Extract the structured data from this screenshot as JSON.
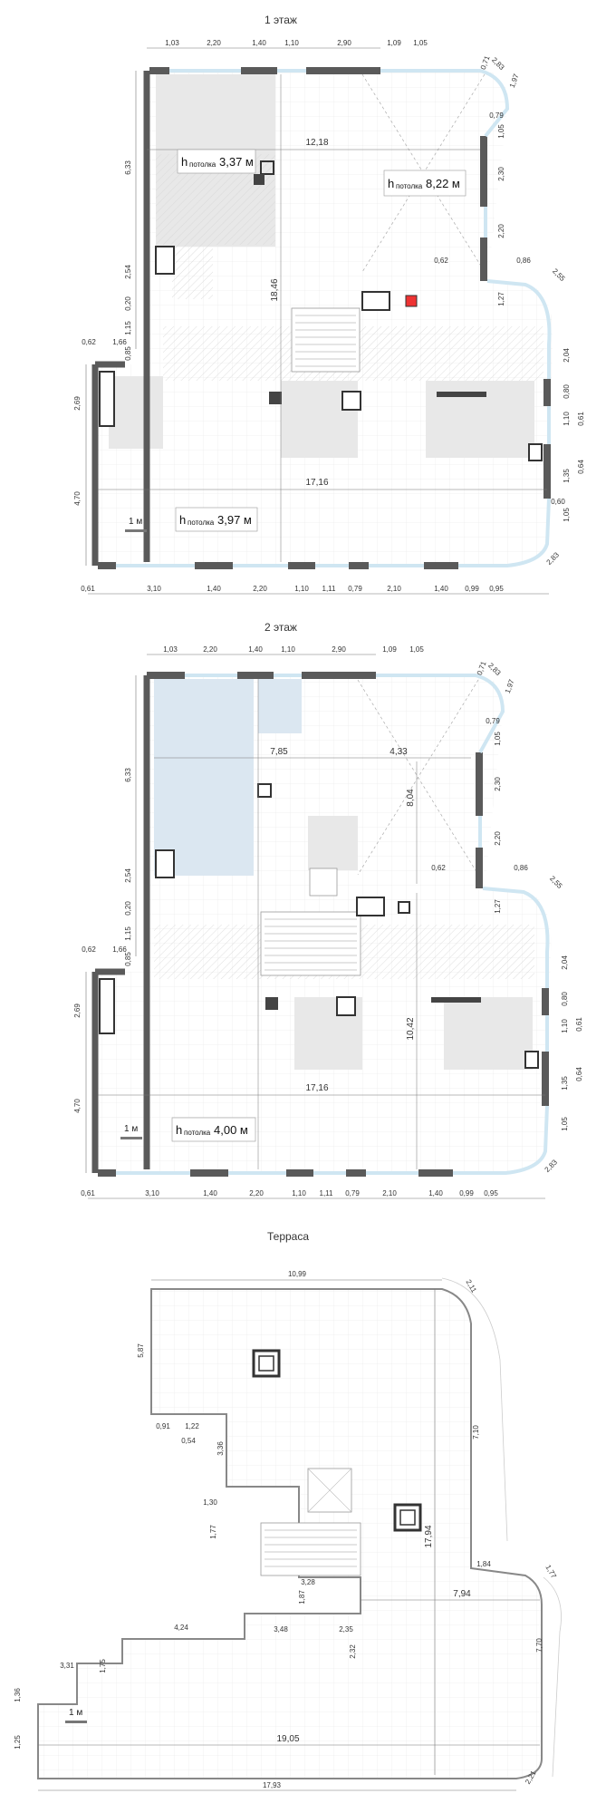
{
  "floor1": {
    "title": "1 этаж",
    "ceiling_a": {
      "h": "h",
      "sub": "потолка",
      "value": "3,37 м"
    },
    "ceiling_b": {
      "h": "h",
      "sub": "потолка",
      "value": "8,22 м"
    },
    "ceiling_c": {
      "h": "h",
      "sub": "потолка",
      "value": "3,97 м"
    },
    "scale": "1 м",
    "top_dims": [
      "1,03",
      "2,20",
      "1,40",
      "1,10",
      "2,90",
      "1,09",
      "1,05",
      "2,83"
    ],
    "bottom_dims": [
      "0,61",
      "3,10",
      "1,40",
      "2,20",
      "1,10",
      "1,11",
      "0,79",
      "2,10",
      "1,40",
      "0,99",
      "0,95"
    ],
    "left_dims": [
      "6,33",
      "2,54",
      "0,20",
      "1,15",
      "0,85",
      "2,69",
      "4,70"
    ],
    "left_step_dims": [
      "0,62",
      "1,66"
    ],
    "right_dims": [
      "0,79",
      "1,05",
      "2,30",
      "2,20",
      "1,27",
      "2,04",
      "0,80",
      "1,10",
      "1,35",
      "0,60",
      "1,05",
      "2,83"
    ],
    "right_outer_dims": [
      "0,61",
      "0,64"
    ],
    "right_step_dims": [
      "0,62",
      "0,86",
      "2,55"
    ],
    "inner": {
      "w_top": "12,18",
      "h_mid": "18,46",
      "w_bottom": "17,16",
      "d1": "0,71",
      "d2": "1,97"
    }
  },
  "floor2": {
    "title": "2 этаж",
    "ceiling": {
      "h": "h",
      "sub": "потолка",
      "value": "4,00 м"
    },
    "scale": "1 м",
    "top_dims": [
      "1,03",
      "2,20",
      "1,40",
      "1,10",
      "2,90",
      "1,09",
      "1,05",
      "2,83"
    ],
    "bottom_dims": [
      "0,61",
      "3,10",
      "1,40",
      "2,20",
      "1,10",
      "1,11",
      "0,79",
      "2,10",
      "1,40",
      "0,99",
      "0,95"
    ],
    "left_dims": [
      "6,33",
      "2,54",
      "0,20",
      "1,15",
      "0,85",
      "2,69",
      "4,70"
    ],
    "left_step_dims": [
      "0,62",
      "1,66"
    ],
    "right_dims": [
      "0,79",
      "1,05",
      "2,30",
      "2,20",
      "1,27",
      "2,04",
      "0,80",
      "1,10",
      "1,35",
      "1,05",
      "2,83"
    ],
    "right_outer_dims": [
      "0,61",
      "0,64"
    ],
    "right_step_dims": [
      "0,62",
      "0,86",
      "2,55"
    ],
    "inner": {
      "w_a": "7,85",
      "w_b": "4,33",
      "h_a": "8,04",
      "h_b": "10,42",
      "w_bottom": "17,16",
      "d1": "0,71",
      "d2": "1,97"
    }
  },
  "terrace": {
    "title": "Терраса",
    "scale": "1 м",
    "dims": {
      "top": "10,99",
      "corner_top": "2,11",
      "left_h": "5,87",
      "right_h": "7,10",
      "step_a": "0,91",
      "step_b": "1,22",
      "step_c": "0,54",
      "v_336": "3,36",
      "v_130": "1,30",
      "v_177": "1,77",
      "w_328": "3,28",
      "v_187": "1,87",
      "w_184": "1,84",
      "corner_mid": "1,77",
      "big_h": "17,94",
      "w_794": "7,94",
      "w_424": "4,24",
      "w_348": "3,48",
      "w_235": "2,35",
      "v_770": "7,70",
      "v_232": "2,32",
      "w_331": "3,31",
      "v_175": "1,75",
      "v_136": "1,36",
      "v_125": "1,25",
      "w_1905": "19,05",
      "w_1793": "17,93",
      "corner_bot": "2,21"
    }
  },
  "colors": {
    "wall": "#5a5a5a",
    "glass": "#cfe6f2",
    "zone": "#e6e6e6",
    "blue_zone": "#dbe7f1",
    "grid": "#ececec",
    "dim_line": "#777777"
  }
}
